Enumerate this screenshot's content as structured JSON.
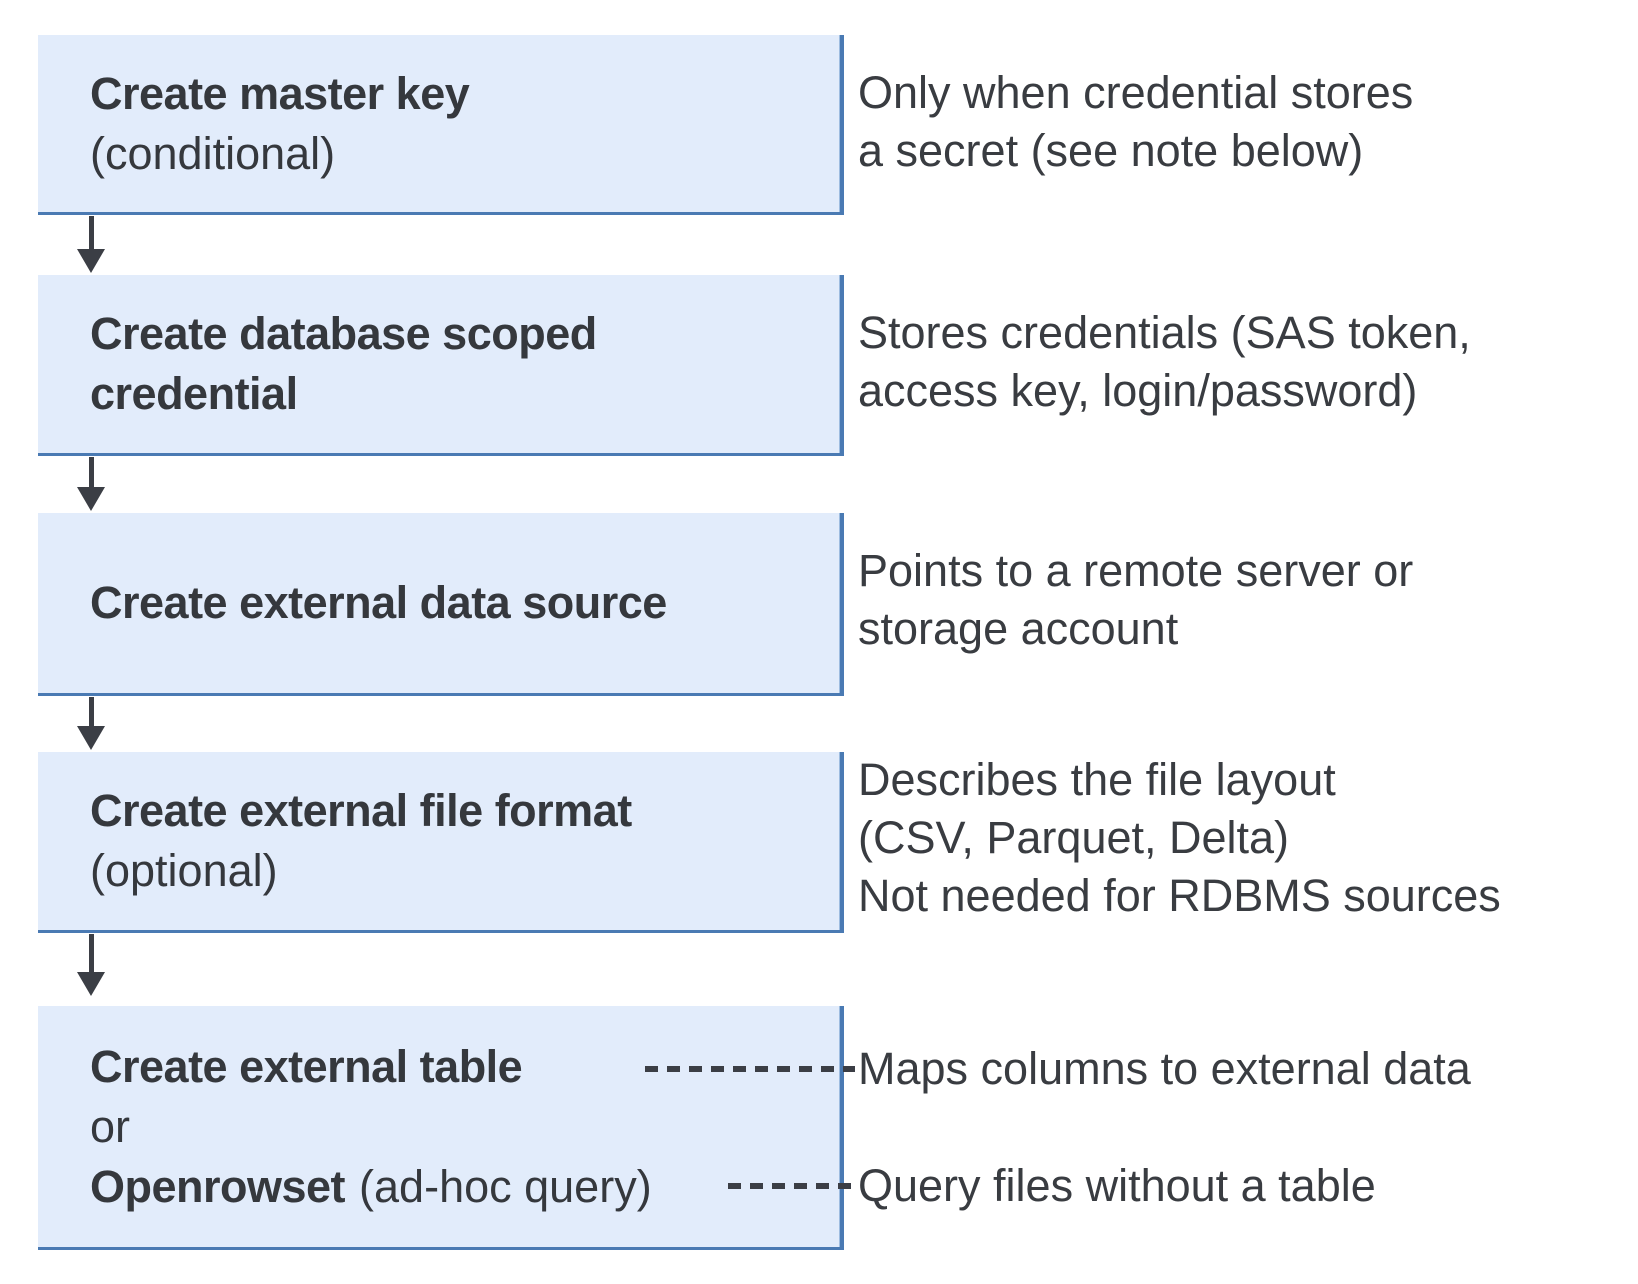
{
  "colors": {
    "box_fill": "#e2ecfb",
    "box_border": "#4a7ab3",
    "arrow": "#3b3e45",
    "text": "#35383d"
  },
  "flow": {
    "steps": [
      {
        "title": "Create master key",
        "qualifier": "(conditional)",
        "note": [
          "Only when credential stores",
          "a secret (see note below)"
        ]
      },
      {
        "title_lines": [
          "Create database scoped",
          "credential"
        ],
        "note": [
          "Stores credentials (SAS token,",
          "access key, login/password)"
        ]
      },
      {
        "title": "Create external data source",
        "note": [
          "Points to a remote server or",
          "storage account"
        ]
      },
      {
        "title": "Create external file format",
        "qualifier": "(optional)",
        "note": [
          "Describes the file layout",
          "(CSV, Parquet, Delta)",
          "Not needed for RDBMS sources"
        ]
      },
      {
        "title": "Create external table",
        "conjunction": "or",
        "alt_title": "Openrowset",
        "alt_qualifier": "(ad-hoc query)",
        "note_table": "Maps columns to external data",
        "note_openrowset": "Query files without a table"
      }
    ]
  }
}
